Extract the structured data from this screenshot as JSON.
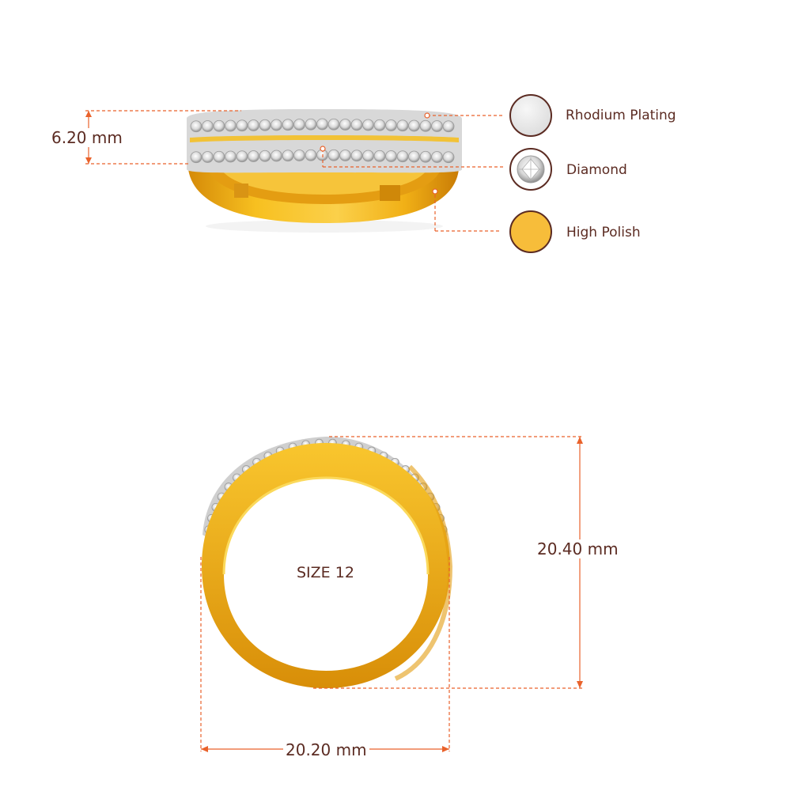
{
  "colors": {
    "accent": "#e9622b",
    "text": "#5b2b22",
    "gold": "#f3b418",
    "gold_dark": "#d78e09",
    "rhodium": "#e6e6e6",
    "swatch_border": "#5b2b22"
  },
  "dimensions": {
    "height": "6.20 mm",
    "ring_height": "20.40 mm",
    "ring_width": "20.20 mm"
  },
  "size_label": "SIZE 12",
  "legend": [
    {
      "label": "Rhodium Plating",
      "swatch": "rhodium"
    },
    {
      "label": "Diamond",
      "swatch": "diamond"
    },
    {
      "label": "High Polish",
      "swatch": "gold"
    }
  ]
}
